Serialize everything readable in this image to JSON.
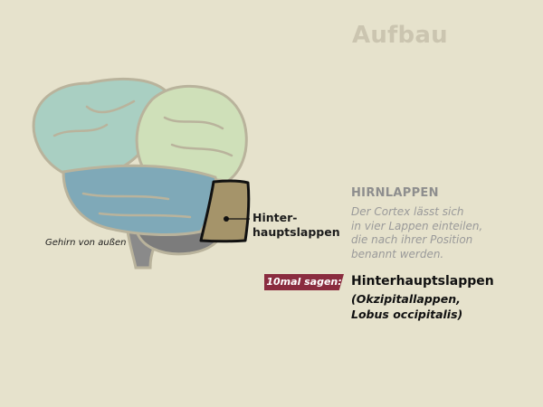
{
  "header": {
    "title": "Aufbau"
  },
  "diagram": {
    "caption": "Gehirn von außen",
    "pointer_label": {
      "line1": "Hinter-",
      "line2": "hauptslappen"
    },
    "colors": {
      "background": "#e6e2cc",
      "frontal_lobe": "#a9cfc2",
      "parietal_lobe": "#cfe0b9",
      "temporal_lobe": "#7fa9b8",
      "occipital_lobe": "#a5946a",
      "cerebellum": "#7c7c7c",
      "outline": "#b9b39c"
    }
  },
  "info": {
    "heading": "HIRNLAPPEN",
    "description_lines": [
      "Der Cortex lässt sich",
      "in vier Lappen einteilen,",
      "die nach ihrer Position",
      "benannt werden."
    ]
  },
  "term": {
    "badge": "10mal sagen:",
    "title": "Hinterhauptslappen",
    "subtitle_lines": [
      "(Okzipitallappen,",
      "Lobus occipitalis)"
    ],
    "badge_color": "#8a2c3f"
  }
}
